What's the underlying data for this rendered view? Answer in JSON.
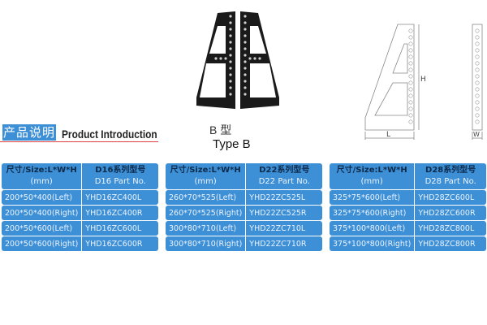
{
  "header": {
    "cn_label": "产品说明",
    "en_label": "Product Introduction"
  },
  "type": {
    "cn": "B 型",
    "en": "Type B"
  },
  "diagram": {
    "height_label": "H",
    "length_label": "L",
    "width_label": "W"
  },
  "tables": [
    {
      "header_size_cn": "尺寸/Size:L*W*H",
      "header_size_unit": "(mm)",
      "header_part_cn": "D16系列型号",
      "header_part_en": "D16 Part No.",
      "rows": [
        {
          "size": "200*50*400(Left)",
          "part": "YHD16ZC400L"
        },
        {
          "size": "200*50*400(Right)",
          "part": "YHD16ZC400R"
        },
        {
          "size": "200*50*600(Left)",
          "part": "YHD16ZC600L"
        },
        {
          "size": "200*50*600(Right)",
          "part": "YHD16ZC600R"
        }
      ]
    },
    {
      "header_size_cn": "尺寸/Size:L*W*H",
      "header_size_unit": "(mm)",
      "header_part_cn": "D22系列型号",
      "header_part_en": "D22 Part No.",
      "rows": [
        {
          "size": "260*70*525(Left)",
          "part": "YHD22ZC525L"
        },
        {
          "size": "260*70*525(Right)",
          "part": "YHD22ZC525R"
        },
        {
          "size": "300*80*710(Left)",
          "part": "YHD22ZC710L"
        },
        {
          "size": "300*80*710(Right)",
          "part": "YHD22ZC710R"
        }
      ]
    },
    {
      "header_size_cn": "尺寸/Size:L*W*H",
      "header_size_unit": "(mm)",
      "header_part_cn": "D28系列型号",
      "header_part_en": "D28 Part No.",
      "rows": [
        {
          "size": "325*75*600(Left)",
          "part": "YHD28ZC600L"
        },
        {
          "size": "325*75*600(Right)",
          "part": "YHD28ZC600R"
        },
        {
          "size": "375*100*800(Left)",
          "part": "YHD28ZC800L"
        },
        {
          "size": "375*100*800(Right)",
          "part": "YHD28ZC800R"
        }
      ]
    }
  ],
  "colors": {
    "table_blue": "#3d8fd6",
    "header_text": "#0d2a4a",
    "underline_red": "#e04040"
  }
}
